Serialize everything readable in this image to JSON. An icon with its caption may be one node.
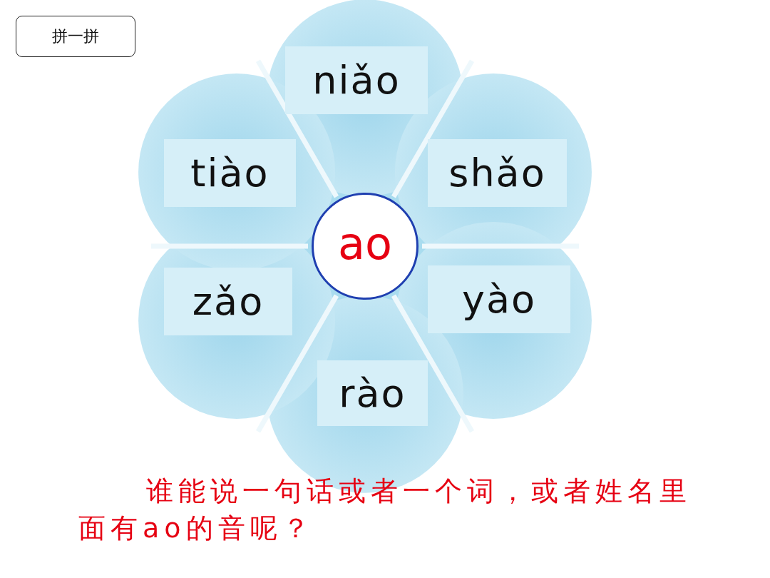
{
  "diagram": {
    "caption": "谁能说一句话或者一个词，或者姓名里面有ao的音呢？",
    "nodes": [
      {
        "text": [
          "拼一拼"
        ]
      },
      {
        "text": [
          "niǎo"
        ]
      },
      {
        "text": [
          "tiào"
        ]
      },
      {
        "text": [
          "shǎo"
        ]
      },
      {
        "text": [
          "ao"
        ]
      },
      {
        "text": [
          "zǎo"
        ]
      },
      {
        "text": [
          "yào"
        ]
      },
      {
        "text": [
          "rào"
        ]
      }
    ]
  }
}
